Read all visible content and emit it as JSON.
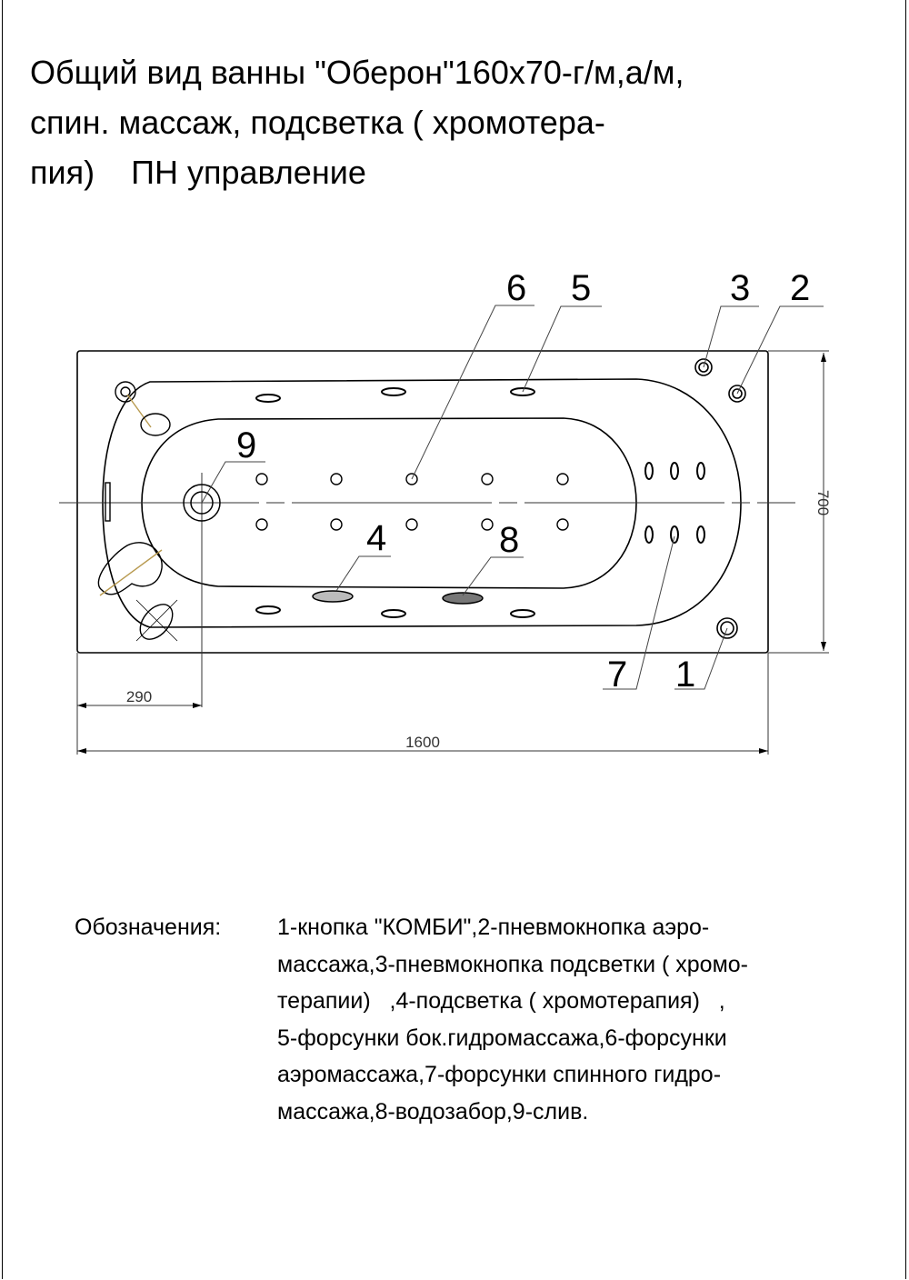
{
  "title": {
    "lines": [
      "Общий вид ванны \"Оберон\"160х70-г/м,а/м,",
      "спин. массаж, подсветка ( хромотера-",
      "пия)    ПН управление"
    ]
  },
  "drawing": {
    "callouts": {
      "c1": "1",
      "c2": "2",
      "c3": "3",
      "c4": "4",
      "c5": "5",
      "c6": "6",
      "c7": "7",
      "c8": "8",
      "c9": "9"
    },
    "dimensions": {
      "width": "1600",
      "height": "700",
      "drain_offset": "290"
    }
  },
  "legend": {
    "label": "Обозначения:",
    "lines": [
      "1-кнопка \"КОМБИ\",2-пневмокнопка аэро-",
      "массажа,3-пневмокнопка подсветки ( хромо-",
      "терапии)   ,4-подсветка ( хромотерапия)   ,",
      "5-форсунки бок.гидромассажа,6-форсунки",
      "аэромассажа,7-форсунки спинного гидро-",
      "массажа,8-водозабор,9-слив."
    ]
  }
}
